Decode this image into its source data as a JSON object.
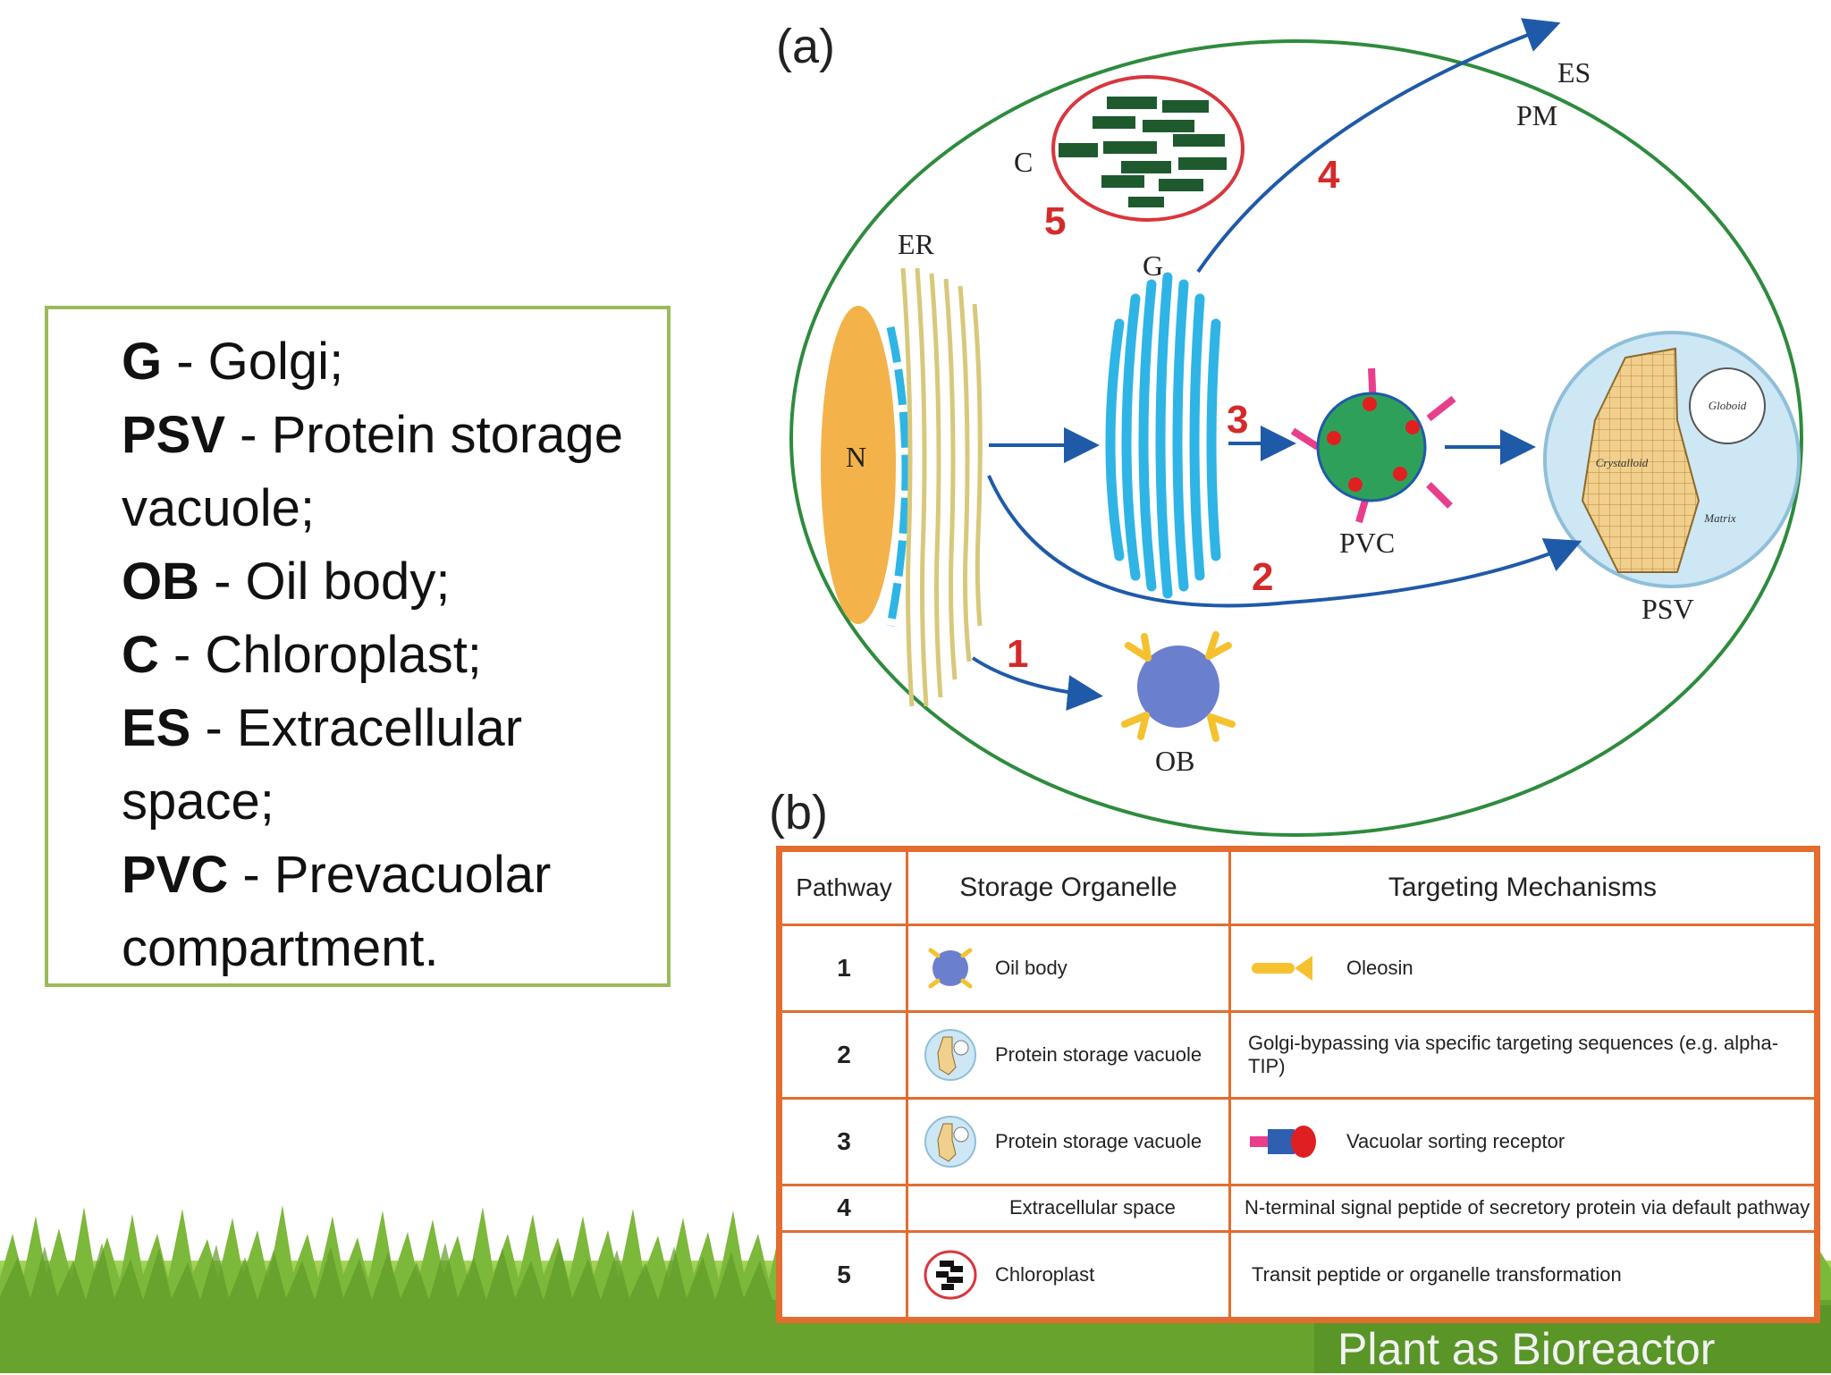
{
  "legend": {
    "items": [
      {
        "abbr": "G",
        "text": " - Golgi;"
      },
      {
        "abbr": "PSV",
        "text": " - Protein storage vacuole;"
      },
      {
        "abbr": "OB",
        "text": " - Oil body;"
      },
      {
        "abbr": "C",
        "text": " - Chloroplast;"
      },
      {
        "abbr": "ES",
        "text": " - Extracellular space;"
      },
      {
        "abbr": "PVC",
        "text": " - Prevacuolar compartment."
      }
    ]
  },
  "diagram": {
    "panel_label": "(a)",
    "labels": {
      "es": "ES",
      "pm": "PM",
      "c": "C",
      "er": "ER",
      "g": "G",
      "n": "N",
      "pvc": "PVC",
      "psv": "PSV",
      "ob": "OB",
      "globoid": "Globoid",
      "crystalloid": "Crystalloid",
      "matrix": "Matrix"
    },
    "pathway_numbers": [
      "1",
      "2",
      "3",
      "4",
      "5"
    ]
  },
  "table": {
    "panel_label": "(b)",
    "headers": [
      "Pathway",
      "Storage Organelle",
      "Targeting Mechanisms"
    ],
    "rows": [
      {
        "pathway": "1",
        "organelle": "Oil body",
        "organelle_icon": "oil-body-icon",
        "mechanism": "Oleosin",
        "mechanism_icon": "oleosin-icon"
      },
      {
        "pathway": "2",
        "organelle": "Protein storage vacuole",
        "organelle_icon": "psv-icon",
        "mechanism": "Golgi-bypassing via specific targeting sequences (e.g. alpha-TIP)",
        "mechanism_icon": ""
      },
      {
        "pathway": "3",
        "organelle": "Protein storage vacuole",
        "organelle_icon": "psv-icon",
        "mechanism": "Vacuolar sorting receptor",
        "mechanism_icon": "receptor-icon"
      },
      {
        "pathway": "4",
        "organelle": "Extracellular space",
        "organelle_icon": "",
        "mechanism": "N-terminal signal peptide of secretory protein via default pathway",
        "mechanism_icon": ""
      },
      {
        "pathway": "5",
        "organelle": "Chloroplast",
        "organelle_icon": "chloroplast-icon",
        "mechanism": "Transit peptide or organelle transformation",
        "mechanism_icon": ""
      }
    ]
  },
  "footer": {
    "text": "Plant as Bioreactor"
  },
  "colors": {
    "cell_membrane": "#2e8b3e",
    "arrow": "#1f5aa8",
    "pathway_number": "#d42a2a",
    "nucleus": "#f3b24a",
    "golgi": "#2fb4e6",
    "pvc": "#2fa05a",
    "chloroplast": "#1e5a2e",
    "legend_border": "#9bbb59",
    "table_border": "#e46c2f"
  }
}
